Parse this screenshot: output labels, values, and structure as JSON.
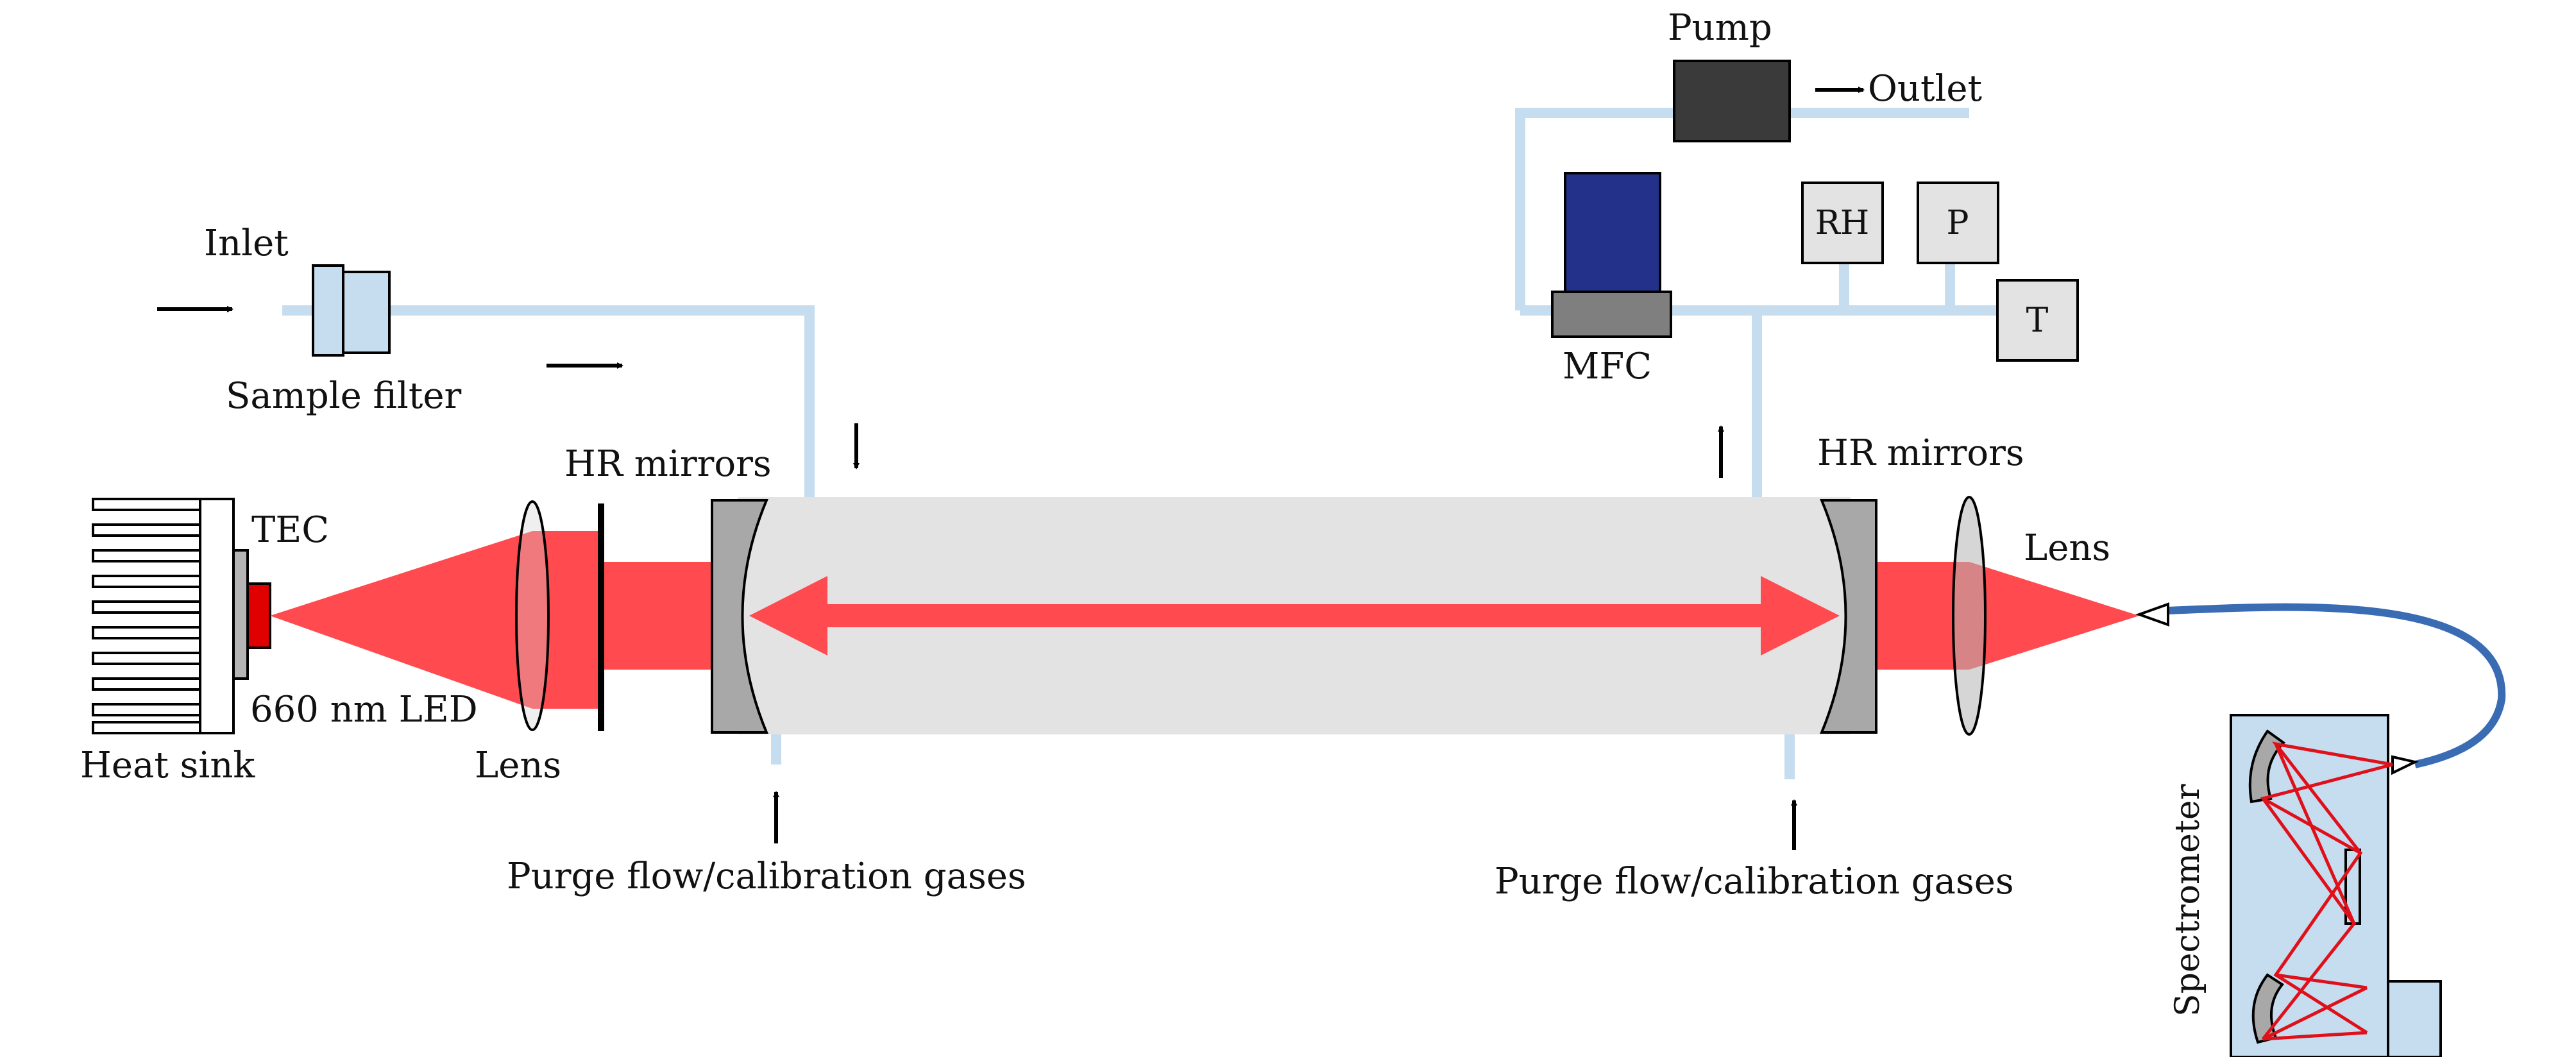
{
  "labels": {
    "inlet": "Inlet",
    "sample_filter": "Sample filter",
    "heat_sink": "Heat sink",
    "tec": "TEC",
    "led": "660 nm LED",
    "lens_left": "Lens",
    "hr_mirrors_left": "HR mirrors",
    "hr_mirrors_right": "HR mirrors",
    "lens_right": "Lens",
    "purge_left": "Purge flow/calibration gases",
    "purge_right": "Purge flow/calibration gases",
    "pump": "Pump",
    "outlet": "Outlet",
    "mfc": "MFC",
    "rh": "RH",
    "p": "P",
    "t": "T",
    "spectrometer": "Spectrometer"
  },
  "colors": {
    "tube": "#c6dcef",
    "cavity": "#e3e3e3",
    "beam": "#ff4a4f",
    "mirror": "#a8a8a8",
    "pump": "#3a3a3a",
    "mfc_body": "#24318a",
    "mfc_base": "#7f7f7f",
    "sensor_box": "#e3e3e3",
    "filter": "#c6dcef",
    "fiber": "#3a6cb4",
    "spectrometer": "#c6dcef",
    "led": "#e00000"
  }
}
